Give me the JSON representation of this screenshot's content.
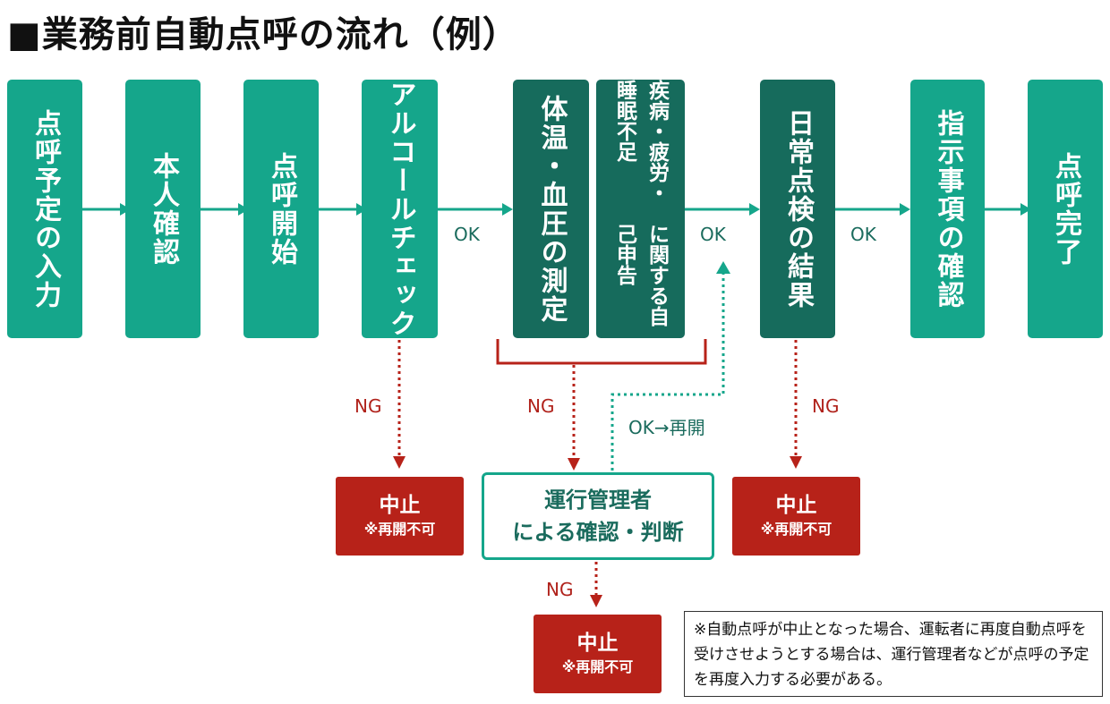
{
  "title": "■業務前自動点呼の流れ（例）",
  "steps": {
    "s1": "点呼予定の入力",
    "s2": "本人確認",
    "s3": "点呼開始",
    "s4": "アルコールチェック",
    "s5": "体温・血圧の測定",
    "s6_line1": "疾病・疲労・睡眠不足",
    "s6_line2": "に関する自己申告",
    "s7": "日常点検の結果",
    "s8": "指示事項の確認",
    "s9": "点呼完了"
  },
  "labels": {
    "ok": "OK",
    "ng": "NG",
    "ok_restart": "OK→再開"
  },
  "stop": {
    "title": "中止",
    "sub": "※再開不可"
  },
  "manager": {
    "line1": "運行管理者",
    "line2": "による確認・判断"
  },
  "note": "※自動点呼が中止となった場合、運転者に再度自動点呼を受けさせようとする場合は、運行管理者などが点呼の予定を再度入力する必要がある。",
  "colors": {
    "green": "#15a68b",
    "dark_green": "#166b5c",
    "red": "#b72219"
  }
}
